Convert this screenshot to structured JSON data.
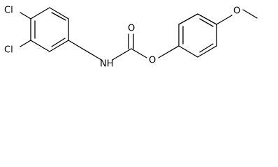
{
  "molecule": {
    "atoms": {
      "cl_top": "Cl",
      "cl_bottom": "Cl",
      "n": "NH",
      "o_carbonyl": "O",
      "o_ester": "O",
      "o_methoxy": "O"
    }
  }
}
